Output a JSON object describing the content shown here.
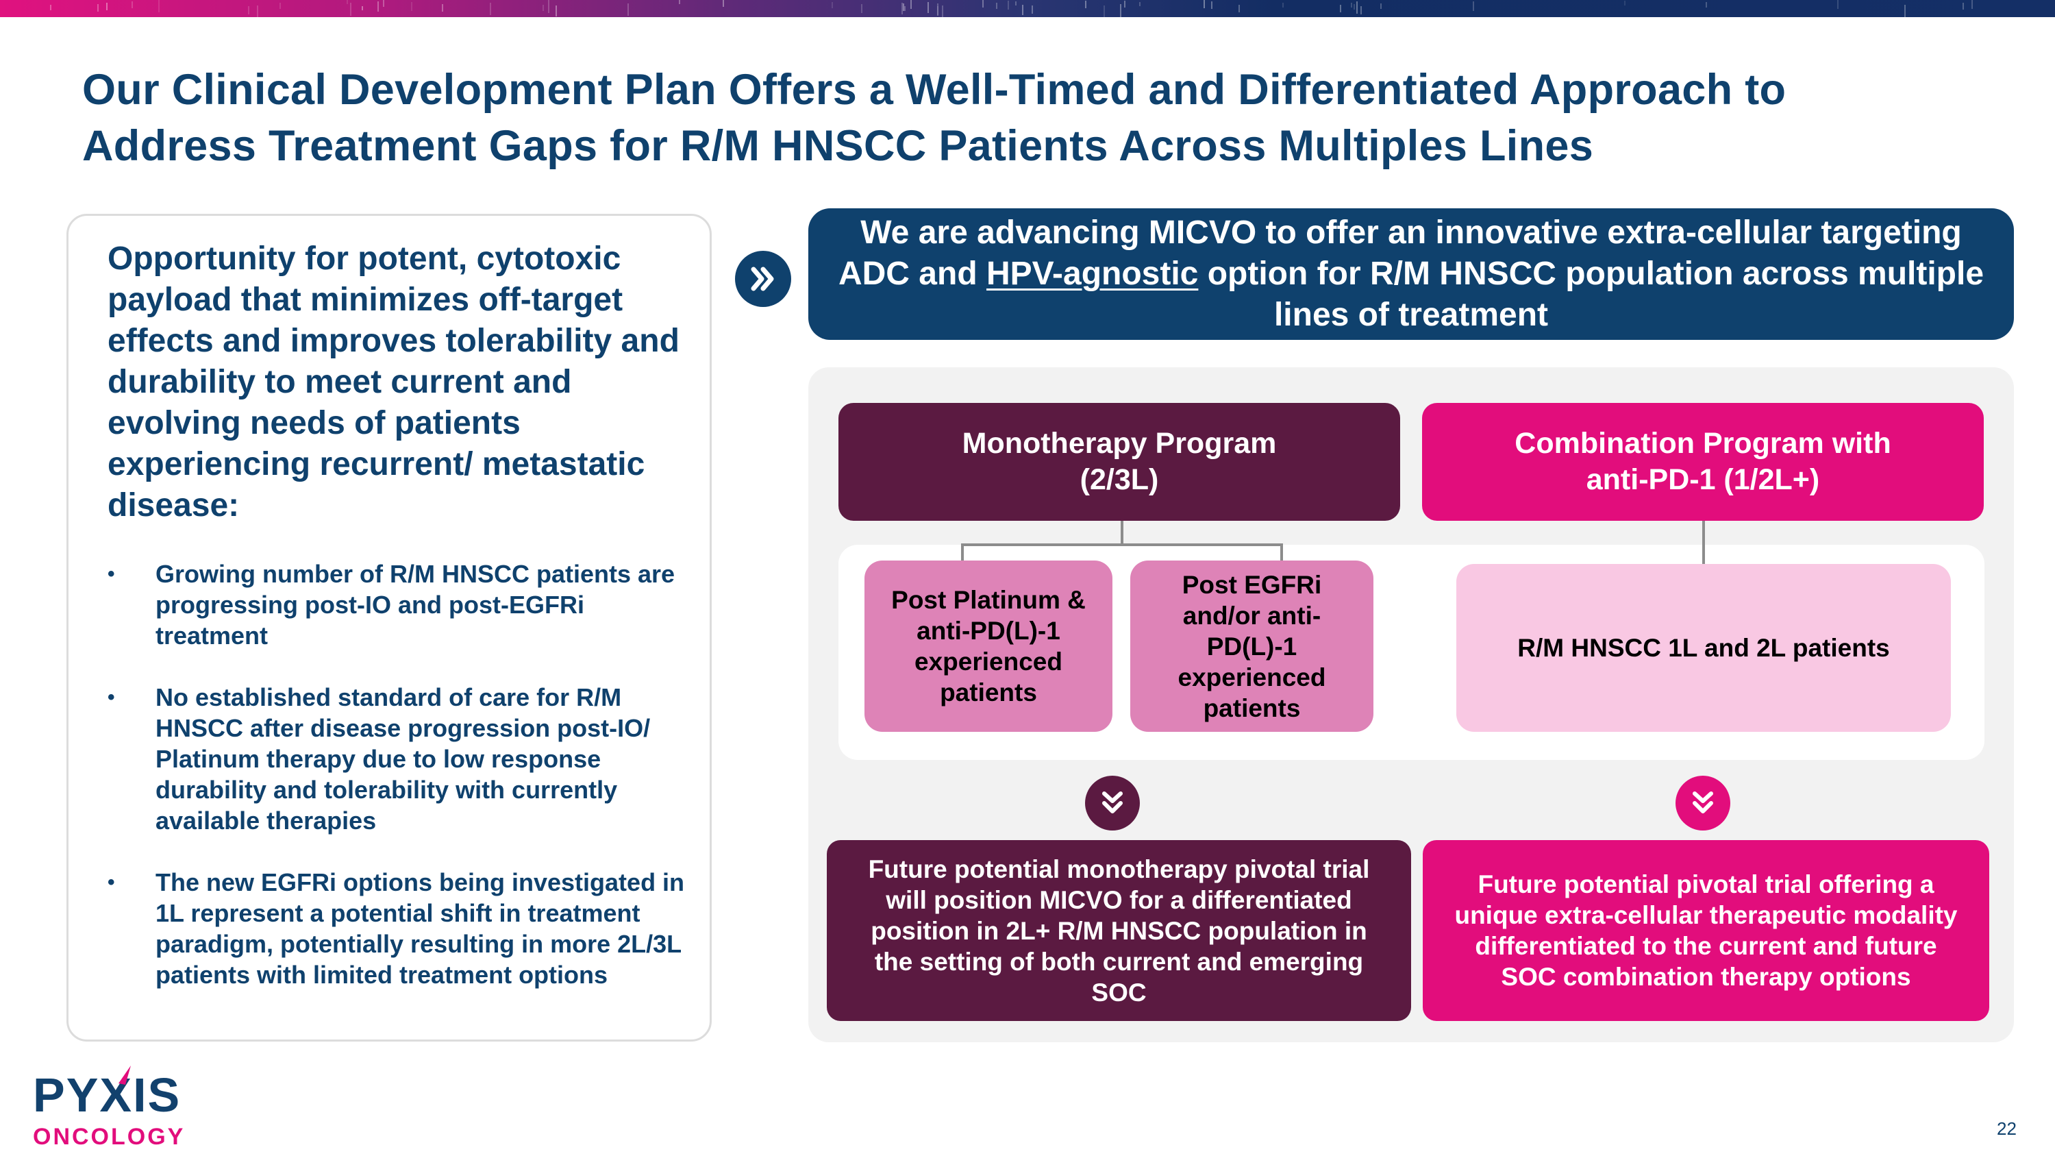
{
  "slide": {
    "title_line1": "Our Clinical Development Plan Offers a Well-Timed and Differentiated Approach to",
    "title_line2": "Address Treatment Gaps for R/M HNSCC Patients Across Multiples Lines",
    "page_number": "22"
  },
  "left_card": {
    "heading": "Opportunity for potent, cytotoxic payload that minimizes off-target effects and improves tolerability and durability to meet current and evolving needs of patients experiencing recurrent/ metastatic disease:",
    "bullet_glyph": "•",
    "bullets": [
      "Growing number of R/M HNSCC patients are progressing post-IO and post-EGFRi treatment",
      "No established standard of care for R/M HNSCC after disease progression post-IO/ Platinum therapy due to low response durability and tolerability with currently available therapies",
      "The new EGFRi options being investigated in 1L represent a potential shift in treatment paradigm, potentially resulting in more 2L/3L patients with limited treatment options"
    ]
  },
  "banner": {
    "text_before": "We are advancing MICVO to offer an innovative extra-cellular targeting ADC and ",
    "underlined": "HPV-agnostic",
    "text_after": " option for R/M HNSCC population across multiple lines of treatment",
    "icon": "double-chevron-right-icon"
  },
  "programs": {
    "monotherapy": {
      "title": "Monotherapy Program",
      "subtitle": "(2/3L)",
      "sub_boxes": [
        "Post Platinum & anti-PD(L)-1 experienced patients",
        "Post EGFRi and/or anti-PD(L)-1 experienced patients"
      ],
      "outcome": "Future potential monotherapy pivotal trial will position MICVO for a differentiated position in 2L+ R/M HNSCC population in the setting of both current and emerging SOC",
      "icon": "double-chevron-down-icon"
    },
    "combination": {
      "title": "Combination Program with",
      "subtitle": "anti-PD-1 (1/2L+)",
      "sub_boxes": [
        "R/M HNSCC 1L and 2L patients"
      ],
      "outcome": "Future potential pivotal trial offering a unique extra-cellular therapeutic modality differentiated to the current and future SOC combination therapy options",
      "icon": "double-chevron-down-icon"
    }
  },
  "logo": {
    "main_prefix": "PY",
    "main_x": "X",
    "main_suffix": "IS",
    "sub": "ONCOLOGY"
  },
  "colors": {
    "navy": "#0f416d",
    "plum": "#5b1a41",
    "magenta": "#e20d7c",
    "mauve": "#de83b7",
    "light_pink": "#f9c8e3",
    "panel_gray": "#f2f2f2"
  }
}
